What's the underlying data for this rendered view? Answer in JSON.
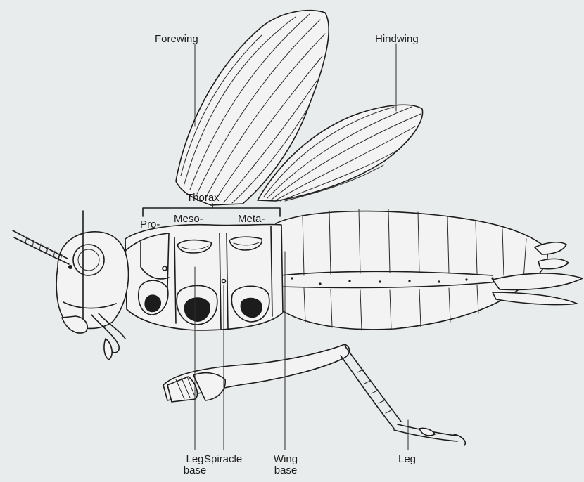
{
  "labels": {
    "forewing": "Forewing",
    "hindwing": "Hindwing",
    "thorax": "Thorax",
    "pro": "Pro-",
    "meso": "Meso-",
    "meta": "Meta-",
    "leg_base_1": "Leg",
    "leg_base_2": "base",
    "spiracle": "Spiracle",
    "wing_base_1": "Wing",
    "wing_base_2": "base",
    "leg": "Leg"
  },
  "colors": {
    "background": "#e9ecec",
    "ink": "#1c1c1c"
  }
}
